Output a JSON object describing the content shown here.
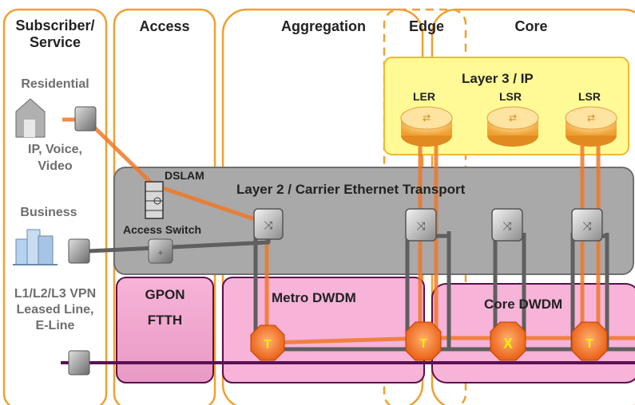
{
  "columns": {
    "subscriber_line1": "Subscriber/",
    "subscriber_line2": "Service",
    "access": "Access",
    "aggregation": "Aggregation",
    "edge": "Edge",
    "core": "Core"
  },
  "services": {
    "residential": "Residential",
    "residential_sub1": "IP, Voice,",
    "residential_sub2": "Video",
    "business": "Business",
    "vpn_line1": "L1/L2/L3 VPN",
    "vpn_line2": "Leased Line,",
    "vpn_line3": "E-Line"
  },
  "layers": {
    "layer3": "Layer 3 / IP",
    "layer2": "Layer 2 / Carrier Ethernet Transport",
    "gpon_line1": "GPON",
    "gpon_line2": "FTTH",
    "metro_dwdm": "Metro DWDM",
    "core_dwdm": "Core DWDM"
  },
  "devices": {
    "dslam": "DSLAM",
    "access_switch": "Access Switch",
    "ler": "LER",
    "lsr1": "LSR",
    "lsr2": "LSR"
  },
  "colors": {
    "column_border": "#f0a030",
    "layer3_fill": "#fffa96",
    "layer2_fill": "#a8a8a8",
    "dwdm_fill": "#f7b3d8",
    "dwdm_border": "#5a1050",
    "orange_path": "#f07828",
    "grey_path": "#5f5f5f",
    "purple_line": "#5a1055"
  }
}
